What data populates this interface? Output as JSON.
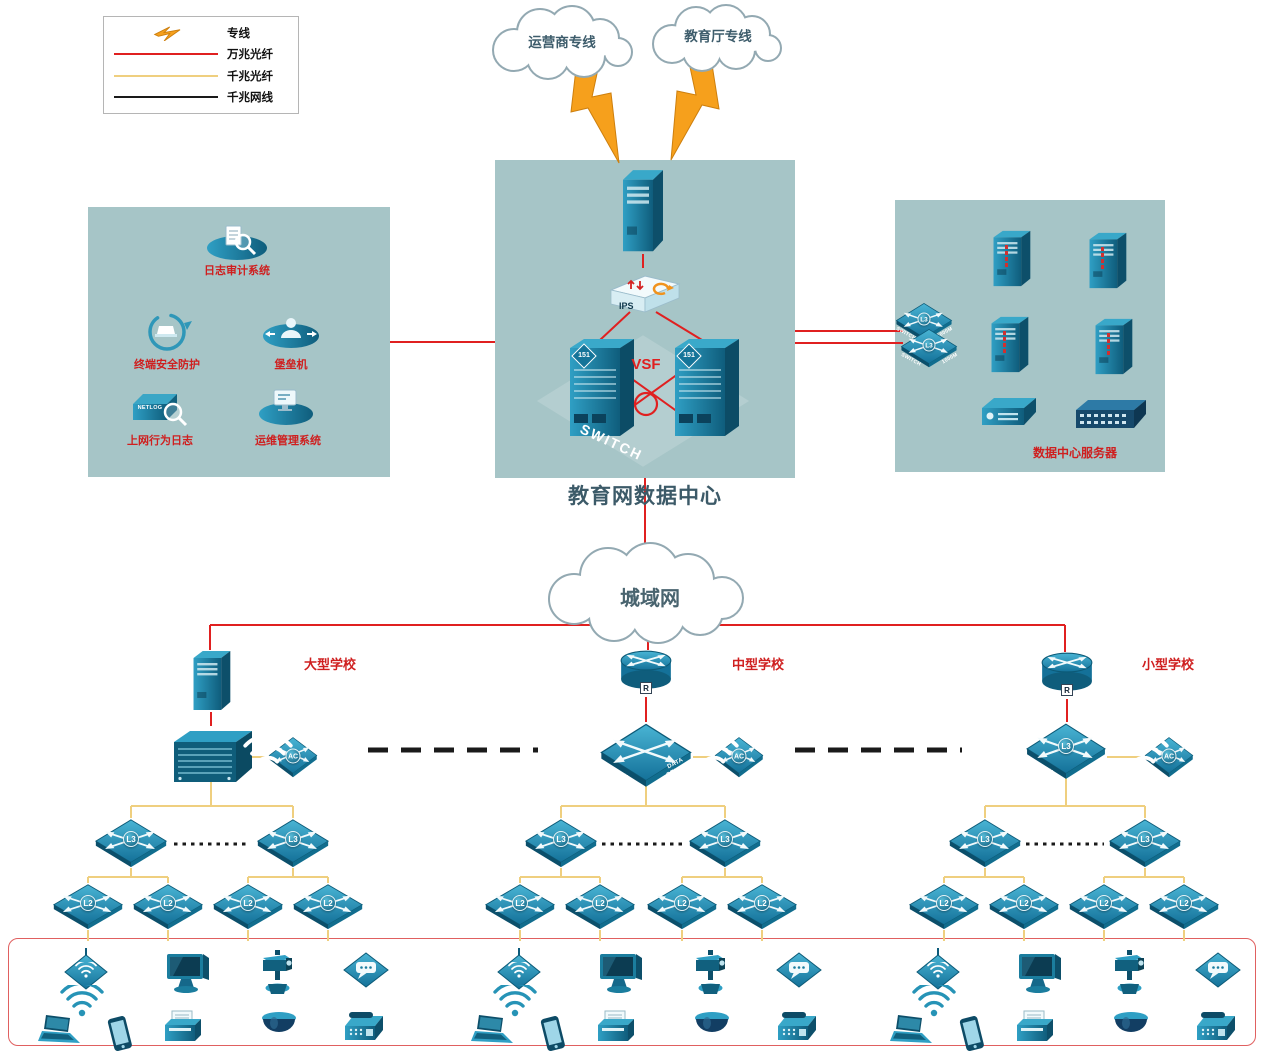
{
  "legend": {
    "items": [
      {
        "label": "专线"
      },
      {
        "label": "万兆光纤"
      },
      {
        "label": "千兆光纤"
      },
      {
        "label": "千兆网线"
      }
    ]
  },
  "clouds": {
    "isp": "运营商专线",
    "edu": "教育厅专线",
    "man": "城域网"
  },
  "datacenter": {
    "title": "教育网数据中心",
    "vsf": "VSF",
    "switch_text": "SWITCH",
    "ips": "IPS",
    "core_badge": "151"
  },
  "security_zone": {
    "items": [
      {
        "label": "日志审计系统"
      },
      {
        "label": "终端安全防护"
      },
      {
        "label": "堡垒机"
      },
      {
        "label": "上网行为日志"
      },
      {
        "label": "运维管理系统"
      }
    ],
    "netlog_text": "NETLOG"
  },
  "server_zone": {
    "label": "数据中心服务器"
  },
  "schools": [
    {
      "name": "大型学校"
    },
    {
      "name": "中型学校",
      "router_badge": "R"
    },
    {
      "name": "小型学校",
      "router_badge": "R"
    }
  ],
  "labels": {
    "l3": "L3",
    "l2": "L2",
    "ac": "AC",
    "switch": "SWITCH",
    "speed": "1000M",
    "data_center": "DATA CENTER"
  },
  "colors": {
    "dedicated_line": "#f6a01c",
    "fiber_10g": "#e02020",
    "fiber_1g": "#efcf7f",
    "cable_1g": "#1a1a1a",
    "device_teal": "#1b7d9e",
    "zone_bg": "#a6c5c7"
  }
}
